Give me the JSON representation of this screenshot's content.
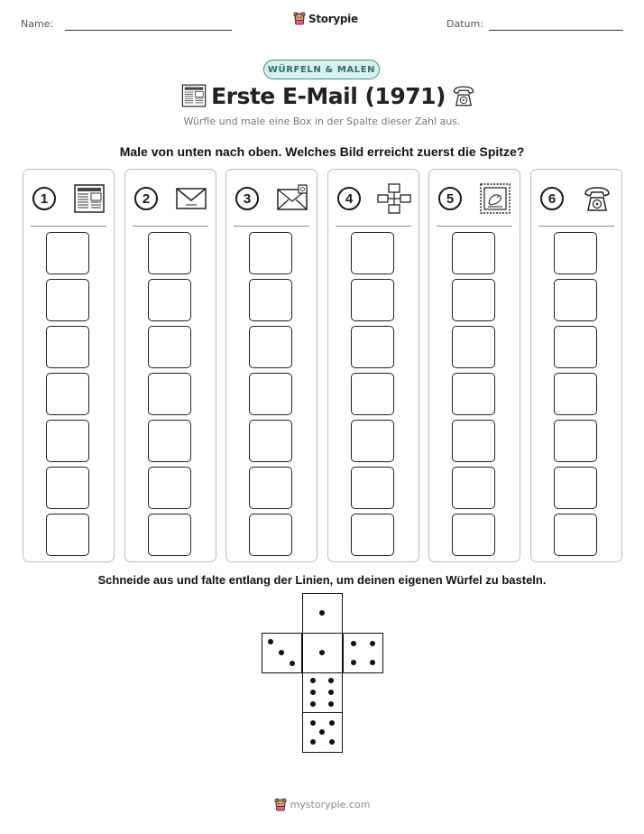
{
  "header": {
    "name_label": "Name:",
    "date_label": "Datum:",
    "brand": "Storypie"
  },
  "badge": "WÜRFELN & MALEN",
  "title": "Erste E-Mail (1971)",
  "subtitle": "Würfle und male eine Box in der Spalte dieser Zahl aus.",
  "instruction": "Male von unten nach oben. Welches Bild erreicht zuerst die Spitze?",
  "title_icons": [
    "newspaper-icon",
    "telephone-icon"
  ],
  "columns": [
    {
      "number": "1",
      "icon": "newspaper-icon",
      "boxes": 7
    },
    {
      "number": "2",
      "icon": "envelope-icon",
      "boxes": 7
    },
    {
      "number": "3",
      "icon": "letter-icon",
      "boxes": 7
    },
    {
      "number": "4",
      "icon": "network-icon",
      "boxes": 7
    },
    {
      "number": "5",
      "icon": "stamp-icon",
      "boxes": 7
    },
    {
      "number": "6",
      "icon": "telephone-icon",
      "boxes": 7
    }
  ],
  "cut_instruction": "Schneide aus und falte entlang der Linien, um deinen eigenen Würfel zu basteln.",
  "dice_faces": [
    1,
    3,
    1,
    4,
    6,
    5
  ],
  "footer": "mystorypie.com"
}
